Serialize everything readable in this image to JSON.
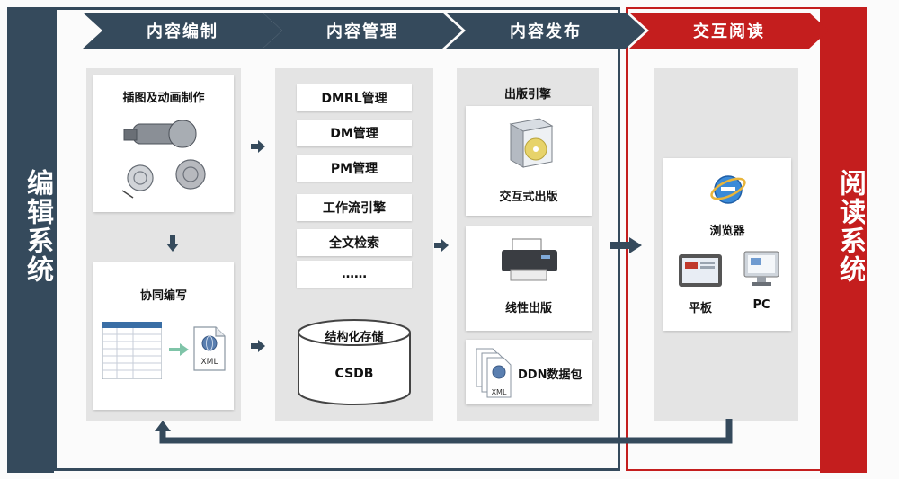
{
  "stages": {
    "content_authoring": "内容编制",
    "content_management": "内容管理",
    "content_publishing": "内容发布",
    "interactive_reading": "交互阅读"
  },
  "side_labels": {
    "editing_system": "编辑系统",
    "reading_system": "阅读系统"
  },
  "authoring": {
    "illustration_title": "插图及动画制作",
    "collab_title": "协同编写",
    "xml_label": "XML"
  },
  "management": {
    "items": [
      "DMRL管理",
      "DM管理",
      "PM管理",
      "工作流引擎",
      "全文检索",
      "……"
    ],
    "storage_title": "结构化存储",
    "storage_name": "CSDB"
  },
  "publishing": {
    "engine_title": "出版引擎",
    "interactive_pub": "交互式出版",
    "linear_pub": "线性出版",
    "ddn_package": "DDN数据包",
    "xml_label": "XML"
  },
  "reading": {
    "browser": "浏览器",
    "tablet": "平板",
    "pc": "PC"
  },
  "colors": {
    "dark_slate": "#354a5c",
    "brand_red": "#c41e1e",
    "panel_gray": "#e4e4e4"
  }
}
